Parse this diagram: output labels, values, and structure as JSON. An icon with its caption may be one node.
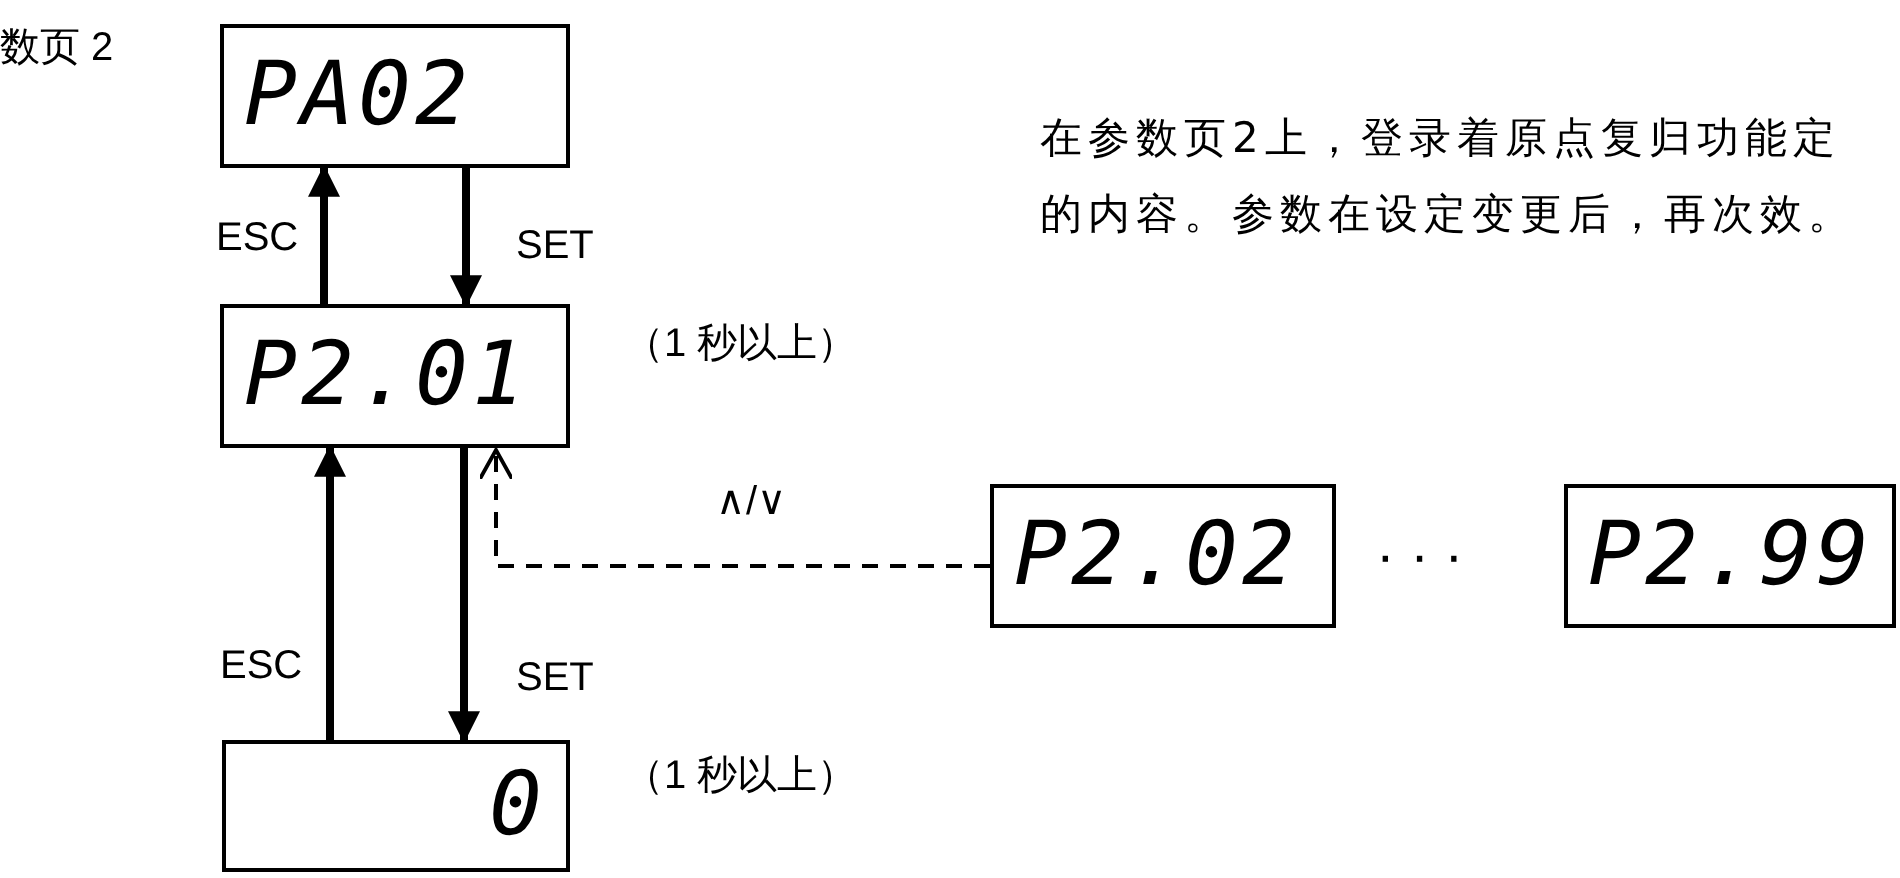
{
  "diagram": {
    "nodes": [
      {
        "text": [
          "PA02"
        ]
      },
      {
        "text": [
          "P2.01"
        ]
      },
      {
        "text": [
          "0"
        ]
      },
      {
        "text": [
          "P2.02"
        ]
      },
      {
        "text": [
          "P2.99"
        ]
      }
    ],
    "edges": [
      {
        "from": 0,
        "to": 1,
        "arrow": "to",
        "label": "SET"
      },
      {
        "from": 1,
        "to": 0,
        "arrow": "to",
        "label": "ESC"
      },
      {
        "from": 1,
        "to": 2,
        "arrow": "to",
        "label": "SET"
      },
      {
        "from": 2,
        "to": 1,
        "arrow": "to",
        "label": "ESC"
      },
      {
        "from": 3,
        "to": 1,
        "arrow": "to",
        "label": "∧/∨",
        "style": "dashed"
      }
    ],
    "labels": [
      "数页 2",
      "在参数页2上，登录着原点复归功能定的内容。参数在设定变更后，再次效。",
      "（1 秒以上）",
      "· · ·",
      "（1 秒以上）"
    ]
  }
}
